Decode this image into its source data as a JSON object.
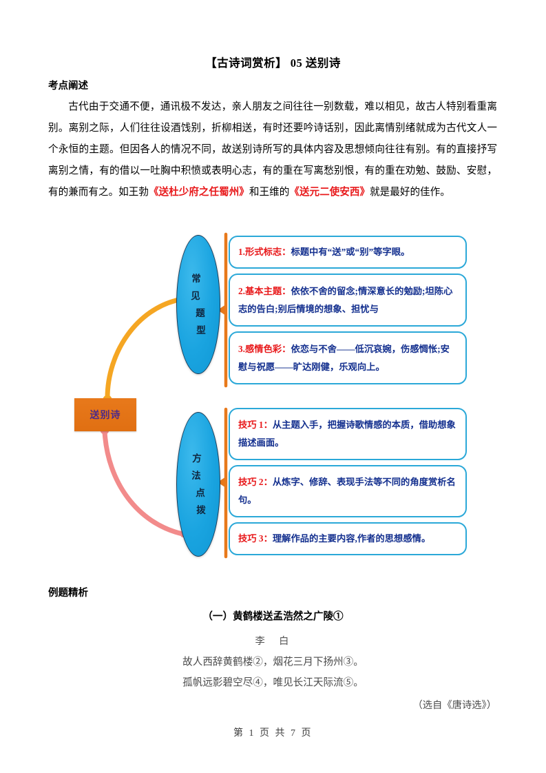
{
  "document": {
    "title": "【古诗词赏析】 05 送别诗",
    "footer": "第 1 页 共 7 页"
  },
  "sections": {
    "kaodian_label": "考点阐述",
    "liti_label": "例题精析"
  },
  "intro": {
    "part1": "古代由于交通不便，通讯极不发达，亲人朋友之间往往一别数载，难以相见，故古人特别看重离别。离别之际，人们往往设酒饯别，折柳相送，有时还要吟诗话别，因此离情别绪就成为古代文人一个永恒的主题。但因各人的情况不同，故送别诗所写的具体内容及思想倾向往往有别。有的直接抒写离别之情，有的借以一吐胸中积愤或表明心志，有的重在写离愁别恨，有的重在劝勉、鼓励、安慰，有的兼而有之。如王勃",
    "red1": "《送杜少府之任蜀州》",
    "part2": "和王维的",
    "red2": "《送元二使安西》",
    "part3": "就是最好的佳作。"
  },
  "mindmap": {
    "center_node": "送别诗",
    "branch_common": {
      "chars": [
        "常",
        "见",
        "题",
        "型"
      ]
    },
    "branch_method": {
      "chars": [
        "方",
        "法",
        "点",
        "拨"
      ]
    },
    "boxes": [
      {
        "id": "box1",
        "heading": "1.形式标志：",
        "body": "标题中有“送”或“别”等字眼。"
      },
      {
        "id": "box2",
        "heading": "2.基本主题：",
        "body": "依依不舍的留念;情深意长的勉励;坦陈心志的告白;别后情境的想象、担忧与"
      },
      {
        "id": "box3",
        "heading": "3.感情色彩：",
        "body": "依恋与不舍——低沉哀婉，伤感惆怅;安慰与祝愿——旷达刚健，乐观向上。"
      },
      {
        "id": "box4",
        "heading": "技巧 1：",
        "body": "从主题入手，把握诗歌情感的本质，借助想象描述画面。"
      },
      {
        "id": "box5",
        "heading": "技巧 2：",
        "body": "从炼字、修辞、表现手法等不同的角度赏析名句。"
      },
      {
        "id": "box6",
        "heading": "技巧 3：",
        "body": "理解作品的主要内容,作者的思想感情。"
      }
    ],
    "colors": {
      "center_fill": "#e8791b",
      "center_text": "#4b2a8a",
      "ellipse_fill": "#1aa4e0",
      "ellipse_stroke": "#1a3a56",
      "box_border": "#2aa8d8",
      "box_heading": "#e8191b",
      "box_body": "#14308f",
      "bracket_orange": "#e8791b",
      "curve_gold": "#f5a623",
      "curve_pink": "#f28b8b"
    }
  },
  "poem": {
    "title": "（一）黄鹤楼送孟浩然之广陵①",
    "author": "李　白",
    "line1": "故人西辞黄鹤楼②，烟花三月下扬州③。",
    "line2": "孤帆远影碧空尽④，唯见长江天际流⑤。",
    "source": "（选自《唐诗选》）"
  }
}
